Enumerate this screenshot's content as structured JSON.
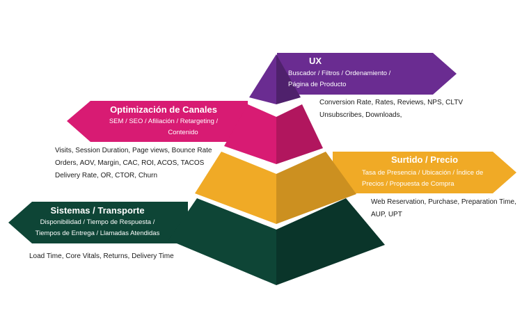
{
  "colors": {
    "ux": "#6a2c91",
    "channels": "#d81b73",
    "assortment": "#f0aa26",
    "systems": "#0e4536"
  },
  "layers": {
    "ux": {
      "title": "UX",
      "desc": [
        "Buscador / Filtros / Ordenamiento /",
        "Página de Producto"
      ],
      "metrics": [
        "Conversion Rate, Rates, Reviews, NPS, CLTV",
        "Unsubscribes, Downloads,"
      ]
    },
    "channels": {
      "title": "Optimización de Canales",
      "desc": [
        "SEM / SEO / Afiliación / Retargeting /",
        "Contenido"
      ],
      "metrics": [
        "Visits, Session Duration, Page views, Bounce Rate",
        "Orders, AOV, Margin,  CAC, ROI, ACOS, TACOS",
        "Delivery Rate, OR, CTOR, Churn"
      ]
    },
    "assortment": {
      "title": "Surtido / Precio",
      "desc": [
        "Tasa de Presencia / Ubicación / Índice de",
        "Precios / Propuesta de Compra"
      ],
      "metrics": [
        "Web Reservation, Purchase, Preparation Time,",
        "AUP, UPT"
      ]
    },
    "systems": {
      "title": "Sistemas / Transporte",
      "desc": [
        "Disponibilidad / Tiempo de Respuesta /",
        "Tiempos de Entrega / Llamadas Atendidas"
      ],
      "metrics": [
        "Load Time, Core Vitals, Returns, Delivery Time"
      ]
    }
  }
}
